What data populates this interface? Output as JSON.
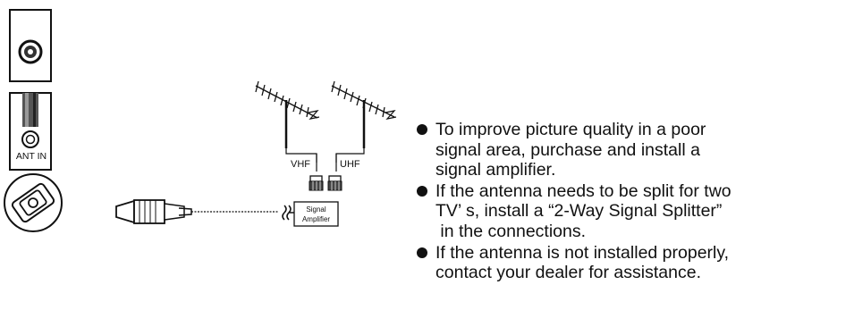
{
  "panel": {
    "jack_label": "ANT IN"
  },
  "antennas": {
    "vhf_label": "VHF",
    "uhf_label": "UHF"
  },
  "amplifier": {
    "line1": "Signal",
    "line2": "Amplifier"
  },
  "notes": [
    {
      "lines": [
        "To improve picture quality in a poor",
        "signal area, purchase and install a",
        "signal amplifier."
      ]
    },
    {
      "lines": [
        "If the antenna needs to be split for two",
        "TV’ s, install a “2-Way Signal Splitter”",
        " in the connections."
      ]
    },
    {
      "lines": [
        "If the antenna is not installed properly,",
        "contact your dealer for assistance."
      ]
    }
  ]
}
